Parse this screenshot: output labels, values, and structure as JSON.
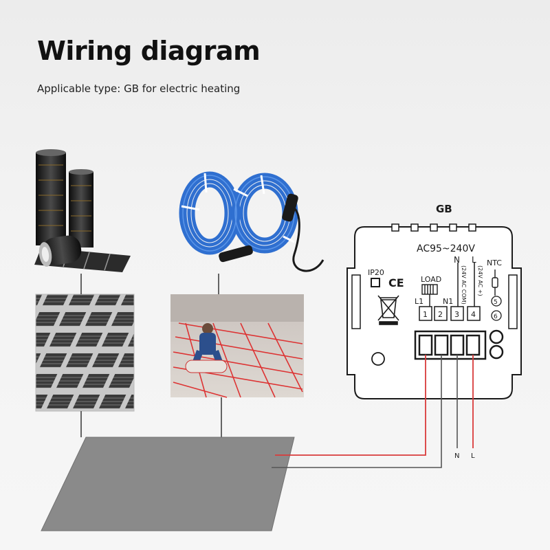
{
  "header": {
    "title": "Wiring diagram",
    "subtitle": "Applicable type: GB for electric heating"
  },
  "thermostat": {
    "model": "GB",
    "voltage": "AC95~240V",
    "ip_rating": "IP20",
    "ce_mark": "CE",
    "load_label": "LOAD",
    "ntc_label": "NTC",
    "n_label": "N",
    "l_label": "L",
    "l1_label": "L1",
    "n1_label": "N1",
    "n_sub_label": "(24V AC COM)",
    "l_sub_label": "(24V AC +)",
    "terminal_1": "1",
    "terminal_2": "2",
    "terminal_3": "3",
    "terminal_4": "4",
    "terminal_5": "5",
    "terminal_6": "6"
  },
  "supply": {
    "n_label": "N",
    "l_label": "L"
  },
  "colors": {
    "live_wire": "#d93a3a",
    "neutral_wire": "#555555",
    "floor_plate": "#8a8a8a",
    "cable_blue": "#2f6fd0",
    "film_dark": "#1a1a1a"
  }
}
